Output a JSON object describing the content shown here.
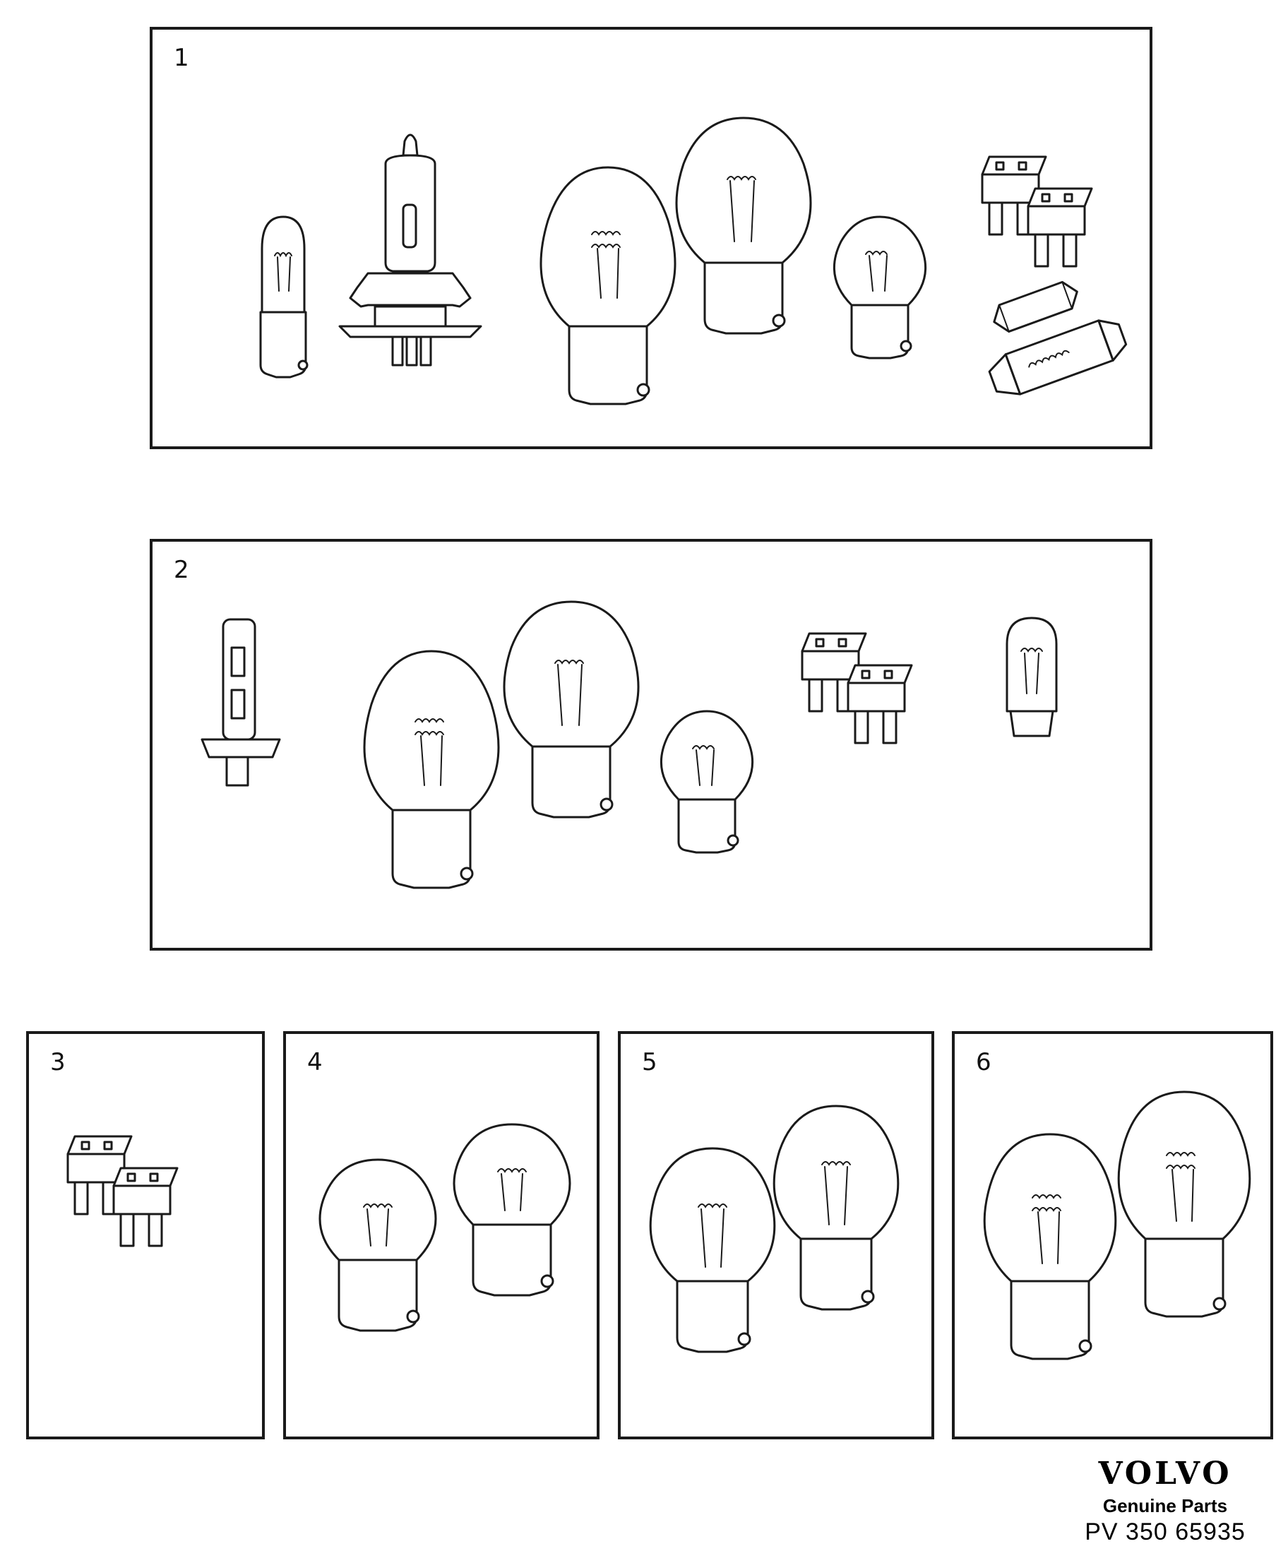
{
  "panels": [
    {
      "number": "1",
      "items": [
        "bulb-small-tubular",
        "bulb-h4-halogen",
        "bulb-large-double-filament",
        "bulb-large-single-filament",
        "bulb-small-round",
        "blade-fuse-pair",
        "fuse-glass-small",
        "bulb-festoon"
      ]
    },
    {
      "number": "2",
      "items": [
        "bulb-h1-halogen",
        "bulb-large-double-filament",
        "bulb-large-single-filament",
        "bulb-small-round",
        "blade-fuse-pair",
        "bulb-wedge"
      ]
    },
    {
      "number": "3",
      "items": [
        "blade-fuse-pair"
      ]
    },
    {
      "number": "4",
      "items": [
        "bulb-small-round",
        "bulb-small-round"
      ]
    },
    {
      "number": "5",
      "items": [
        "bulb-large-single-filament",
        "bulb-large-single-filament"
      ]
    },
    {
      "number": "6",
      "items": [
        "bulb-large-double-filament",
        "bulb-large-double-filament"
      ]
    }
  ],
  "brand": {
    "logo": "VOLVO",
    "subtitle": "Genuine Parts",
    "code": "PV 350 65935"
  }
}
